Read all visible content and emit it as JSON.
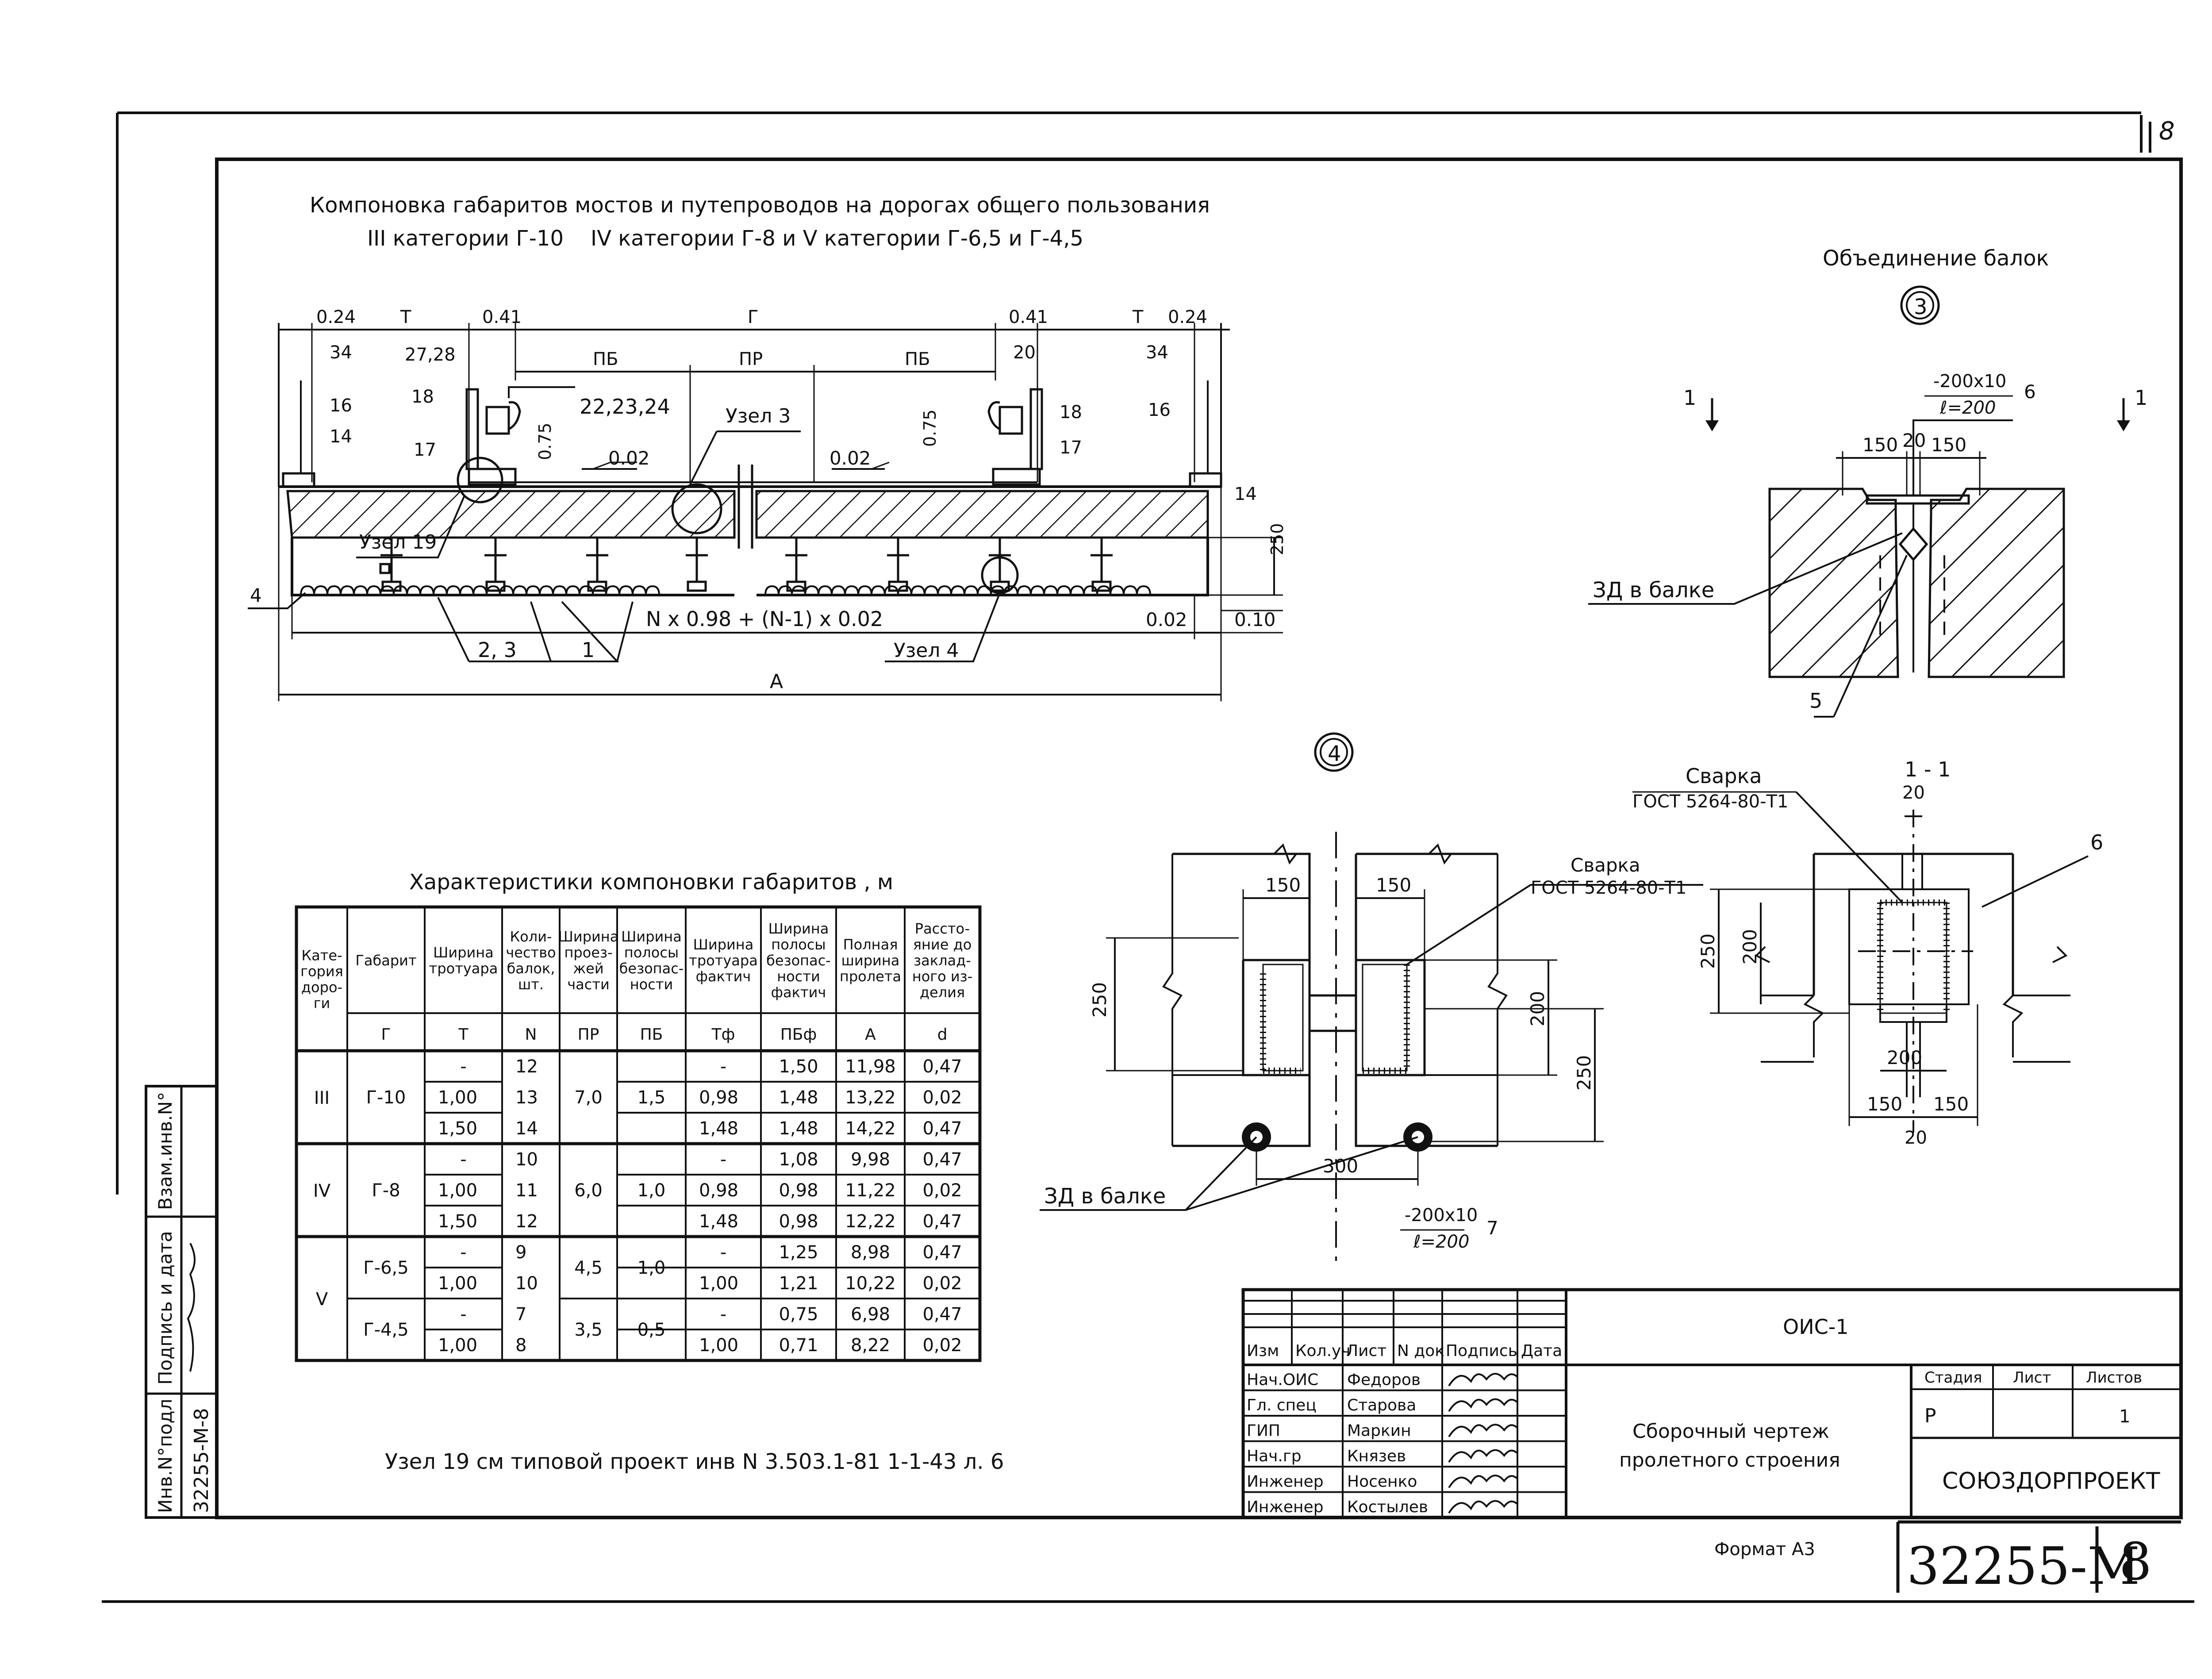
{
  "sheet": {
    "corner_number": "8",
    "format_label": "Формат А3",
    "doc_code": "32255-М",
    "page_no": "8"
  },
  "layout_title": {
    "line1": "Компоновка габаритов мостов и путепроводов на дорогах общего пользования",
    "line2": "III категории Г-10    IV категории Г-8 и V категории Г-6,5 и Г-4,5"
  },
  "cross_section": {
    "top_dims": [
      "0.24",
      "Т",
      "0.41",
      "Г",
      "0.41",
      "Т",
      "0.24"
    ],
    "lane_dims": [
      "ПБ",
      "ПР",
      "ПБ"
    ],
    "marks": [
      "34",
      "27,28",
      "18",
      "16",
      "14",
      "17",
      "22,23,24",
      "0.75",
      "Узел 3",
      "0.02",
      "0.02",
      "0.75",
      "20",
      "18",
      "17",
      "34",
      "16",
      "14",
      "250",
      "Узел 19",
      "4",
      "2, 3",
      "1",
      "Узел 4"
    ],
    "bottom_formula": "N x 0.98 + (N-1) x 0.02",
    "bottom_dim_right": "0.02",
    "bottom_dim_edge": "0.10",
    "total_dim": "А"
  },
  "node3": {
    "title": "Объединение балок",
    "circle_label": "3",
    "section_mark": "1",
    "plate_label": "-200x10",
    "plate_length": "ℓ=200",
    "plate_item": "6",
    "dims": [
      "150",
      "20",
      "150"
    ],
    "zd_label": "ЗД в балке",
    "item5": "5"
  },
  "node4": {
    "circle_label": "4",
    "dims": [
      "150",
      "150",
      "250",
      "200",
      "250",
      "300"
    ],
    "weld_label": "Сварка",
    "weld_gost": "ГОСТ 5264-80-Т1",
    "zd_label": "ЗД в балке",
    "plate_label": "-200x10",
    "plate_length": "ℓ=200",
    "plate_item": "7"
  },
  "section11": {
    "title": "1 - 1",
    "weld_label": "Сварка",
    "weld_gost": "ГОСТ 5264-80-Т1",
    "item": "6",
    "dims": [
      "20",
      "250",
      "200",
      "200",
      "150",
      "150",
      "20"
    ]
  },
  "table": {
    "title": "Характеристики компоновки габаритов , м",
    "headers": [
      "Кате-\nгория\nдоро-\nги",
      "Габарит",
      "Ширина\nтротуара",
      "Коли-\nчество\nбалок,\nшт.",
      "Ширина\nпроез-\nжей\nчасти",
      "Ширина\nполосы\nбезопас-\nности",
      "Ширина\nтротуара\nфактич",
      "Ширина\nполосы\nбезопас-\nности\nфактич",
      "Полная\nширина\nпролета",
      "Расстo-\nяние до\nзаклад-\nного из-\nделия"
    ],
    "symbols": [
      "",
      "Г",
      "Т",
      "N",
      "ПР",
      "ПБ",
      "Тф",
      "ПБф",
      "А",
      "d"
    ],
    "groups": [
      {
        "category": "III",
        "rows": [
          {
            "gabarit": "Г-10",
            "t": "-",
            "n": "12",
            "pr": "7,0",
            "pb": "1,5",
            "tf": "-",
            "pbf": "1,50",
            "a": "11,98",
            "d": "0,47"
          },
          {
            "gabarit": "",
            "t": "1,00",
            "n": "13",
            "pr": "",
            "pb": "",
            "tf": "0,98",
            "pbf": "1,48",
            "a": "13,22",
            "d": "0,02"
          },
          {
            "gabarit": "",
            "t": "1,50",
            "n": "14",
            "pr": "",
            "pb": "",
            "tf": "1,48",
            "pbf": "1,48",
            "a": "14,22",
            "d": "0,47"
          }
        ]
      },
      {
        "category": "IV",
        "rows": [
          {
            "gabarit": "Г-8",
            "t": "-",
            "n": "10",
            "pr": "6,0",
            "pb": "1,0",
            "tf": "-",
            "pbf": "1,08",
            "a": "9,98",
            "d": "0,47"
          },
          {
            "gabarit": "",
            "t": "1,00",
            "n": "11",
            "pr": "",
            "pb": "",
            "tf": "0,98",
            "pbf": "0,98",
            "a": "11,22",
            "d": "0,02"
          },
          {
            "gabarit": "",
            "t": "1,50",
            "n": "12",
            "pr": "",
            "pb": "",
            "tf": "1,48",
            "pbf": "0,98",
            "a": "12,22",
            "d": "0,47"
          }
        ]
      },
      {
        "category": "V",
        "rows": [
          {
            "gabarit": "Г-6,5",
            "t": "-",
            "n": "9",
            "pr": "4,5",
            "pb": "1,0",
            "tf": "-",
            "pbf": "1,25",
            "a": "8,98",
            "d": "0,47"
          },
          {
            "gabarit": "",
            "t": "1,00",
            "n": "10",
            "pr": "",
            "pb": "",
            "tf": "1,00",
            "pbf": "1,21",
            "a": "10,22",
            "d": "0,02"
          },
          {
            "gabarit": "Г-4,5",
            "t": "-",
            "n": "7",
            "pr": "3,5",
            "pb": "0,5",
            "tf": "-",
            "pbf": "0,75",
            "a": "6,98",
            "d": "0,47"
          },
          {
            "gabarit": "",
            "t": "1,00",
            "n": "8",
            "pr": "",
            "pb": "",
            "tf": "1,00",
            "pbf": "0,71",
            "a": "8,22",
            "d": "0,02"
          }
        ]
      }
    ]
  },
  "footnote": "Узел 19 см типовой проект инв N 3.503.1-81 1-1-43 л. 6",
  "left_strip": {
    "labels": [
      "Инв.N°подл",
      "Подпись и дата",
      "Взам.инв.N°"
    ],
    "values": [
      "32255-М-8",
      "",
      ""
    ]
  },
  "title_block": {
    "col_headers": [
      "Изм",
      "Кол.уч",
      "Лист",
      "N док",
      "Подпись",
      "Дата"
    ],
    "roles": [
      {
        "role": "Нач.ОИС",
        "name": "Федоров"
      },
      {
        "role": "Гл. спец",
        "name": "Старова"
      },
      {
        "role": "ГИП",
        "name": "Маркин"
      },
      {
        "role": "Нач.гр",
        "name": "Князев"
      },
      {
        "role": "Инженер",
        "name": "Носенко"
      },
      {
        "role": "Инженер",
        "name": "Костылев"
      }
    ],
    "dept": "ОИС-1",
    "doc_title_line1": "Сборочный чертеж",
    "doc_title_line2": "пролетного строения",
    "stage_header": "Стадия",
    "sheet_header": "Лист",
    "sheets_header": "Листов",
    "stage_value": "Р",
    "sheets_value": "1",
    "org": "СОЮЗДОРПРОЕКТ"
  }
}
